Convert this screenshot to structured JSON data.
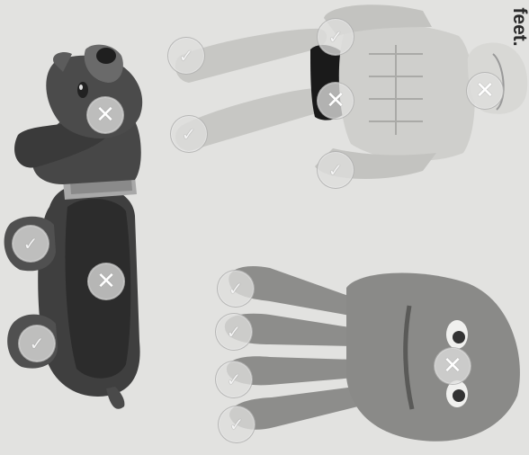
{
  "caption": {
    "text": "feet."
  },
  "markers": {
    "x_symbol": "✕",
    "check_symbol": "✓"
  },
  "figures": [
    {
      "name": "dog",
      "color": "#3d3d3d"
    },
    {
      "name": "wrestler",
      "color": "#c9c9c6"
    },
    {
      "name": "octopus",
      "color": "#8e8e8c"
    }
  ]
}
